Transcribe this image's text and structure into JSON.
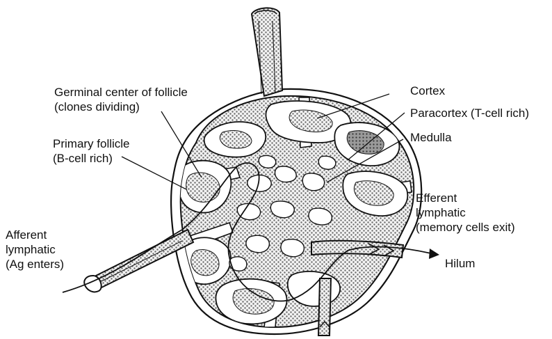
{
  "labels": {
    "germinal_center": [
      "Germinal center of follicle",
      "(clones dividing)"
    ],
    "primary_follicle": [
      "Primary follicle",
      "(B-cell rich)"
    ],
    "afferent": [
      "Afferent",
      "lymphatic",
      "(Ag enters)"
    ],
    "cortex": [
      "Cortex"
    ],
    "paracortex": [
      "Paracortex (T-cell rich)"
    ],
    "medulla": [
      "Medulla"
    ],
    "efferent": [
      "Efferent",
      "lymphatic",
      "(memory cells exit)"
    ],
    "hilum": [
      "Hilum"
    ]
  },
  "colors": {
    "ink": "#111111",
    "stipple": "#8a8a8a",
    "paper": "#ffffff"
  }
}
